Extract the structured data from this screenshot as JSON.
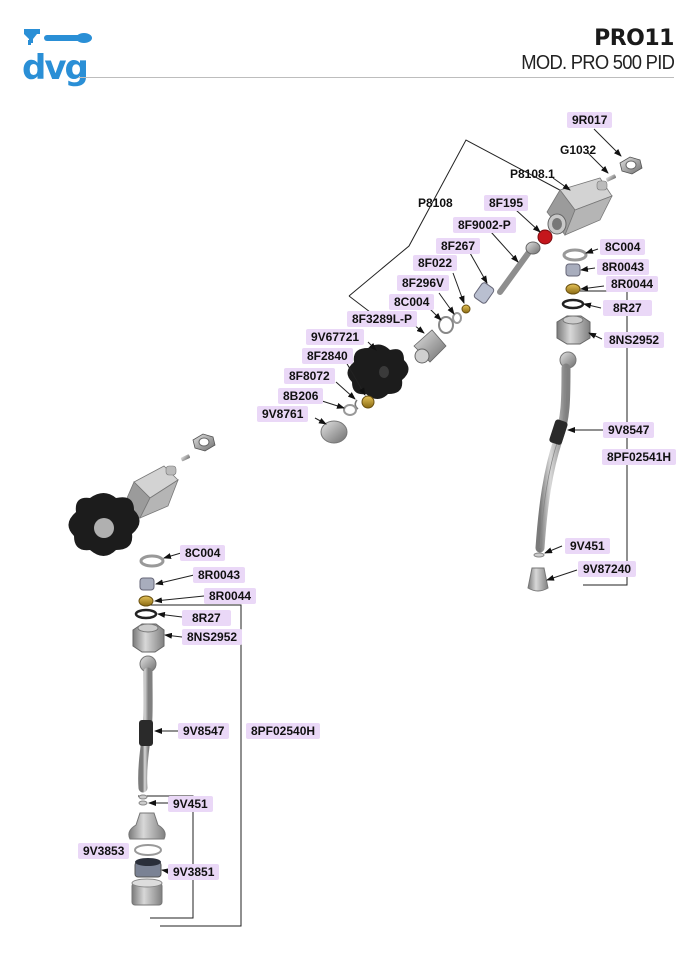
{
  "header": {
    "brand": "dvg",
    "brand_color": "#2a8fd6",
    "model_code": "PRO11",
    "model_name": "MOD. PRO 500 PID"
  },
  "label_color": "#ead8f7",
  "upper_assembly": {
    "group_label": "P8108",
    "parts": {
      "p9R017": "9R017",
      "g1032": "G1032",
      "p8108_1": "P8108.1",
      "p8F195": "8F195",
      "p8F9002P": "8F9002-P",
      "p8F267": "8F267",
      "p8F022": "8F022",
      "p8F296V": "8F296V",
      "p8C004": "8C004",
      "p8F3289LP": "8F3289L-P",
      "p9V67721": "9V67721",
      "p8F2840": "8F2840",
      "p8F8072": "8F8072",
      "p8B206": "8B206",
      "p9V8761": "9V8761"
    }
  },
  "right_assembly": {
    "group_label": "8PF02541H",
    "parts": {
      "p8C004": "8C004",
      "p8R0043": "8R0043",
      "p8R0044": "8R0044",
      "p8R27": "8R27",
      "p8NS2952": "8NS2952",
      "p9V8547": "9V8547",
      "p9V451": "9V451",
      "p9V87240": "9V87240"
    }
  },
  "left_assembly": {
    "group_label": "8PF02540H",
    "parts": {
      "p8C004": "8C004",
      "p8R0043": "8R0043",
      "p8R0044": "8R0044",
      "p8R27": "8R27",
      "p8NS2952": "8NS2952",
      "p9V8547": "9V8547",
      "p9V451": "9V451",
      "p9V3853": "9V3853",
      "p9V3851": "9V3851"
    }
  }
}
